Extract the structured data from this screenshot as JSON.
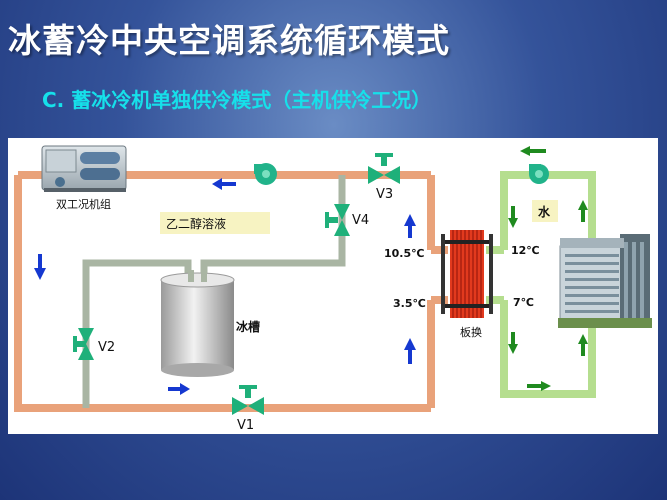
{
  "slide": {
    "title": "冰蓄冷中央空调系统循环模式",
    "subtitle": "C. 蓄冰冷机单独供冷模式（主机供冷工况）"
  },
  "diagram": {
    "chiller_label": "双工况机组",
    "glycol_label": "乙二醇溶液",
    "ice_tank_label": "冰槽",
    "heat_exchanger_label": "板换",
    "water_label": "水",
    "valves": [
      "V1",
      "V2",
      "V3",
      "V4"
    ],
    "temperatures": {
      "glycol_supply": "10.5℃",
      "glycol_return": "3.5℃",
      "water_return": "12℃",
      "water_supply": "7℃"
    }
  },
  "colors": {
    "glycol_pipe": "#e9a27a",
    "bypass_pipe": "#a9b5a3",
    "water_pipe": "#b5de8f",
    "flow_arrow_glycol": "#1538d0",
    "flow_arrow_water": "#1f8a1f",
    "valve": "#1fb07a",
    "plate_exchanger": "#e23a1e"
  }
}
